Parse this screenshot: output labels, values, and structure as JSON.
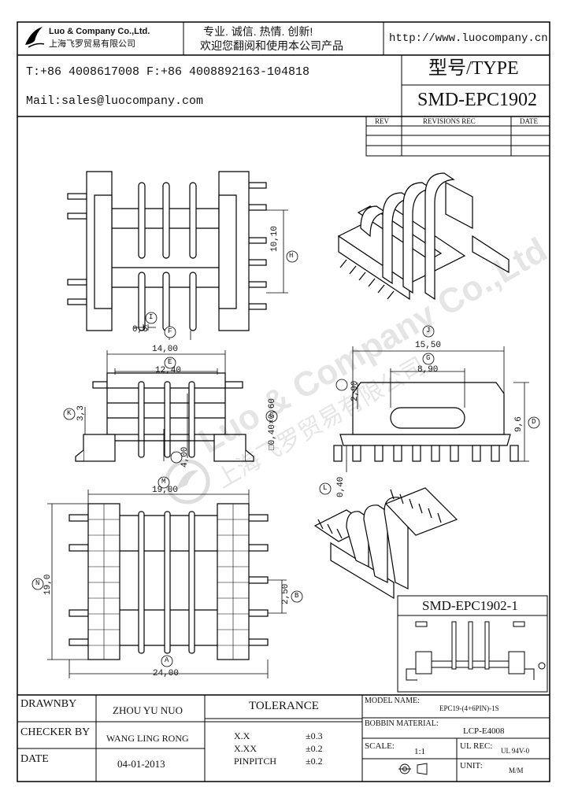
{
  "header": {
    "company_en": "Luo & Company Co.,Ltd.",
    "company_cn": "上海飞罗贸易有限公司",
    "slogan_line1": "专业. 诚信. 热情. 创新!",
    "slogan_line2": "欢迎您翻阅和使用本公司产品",
    "website": "http://www.luocompany.cn",
    "phone_fax": "T:+86 4008617008 F:+86 4008892163-104818",
    "email": "Mail:sales@luocompany.com",
    "type_label": "型号/TYPE",
    "type_value": "SMD-EPC1902"
  },
  "revisions": {
    "col_rev": "REV",
    "col_rec": "REVISIONS REC",
    "col_date": "DATE"
  },
  "dimensions": {
    "h_10_10": "10,10",
    "h_label": "H",
    "i_0_5": "0,5",
    "i_label": "I",
    "f_label": "F",
    "e_14_00": "14,00",
    "e_12_40": "12,40",
    "e_label": "E",
    "k_3_3": "3,3",
    "k_label": "K",
    "c_label": "C",
    "c_val": "□0,40×0,60",
    "h2_4_00": "4,00",
    "j_15_50": "15,50",
    "j_label": "J",
    "g_8_90": "8,90",
    "g_label": "G",
    "g2_2_90": "2,90",
    "d_9_6": "9,6",
    "d_label": "D",
    "l_0_40": "0,40",
    "l_label": "L",
    "m_19_00": "19,00",
    "m_label": "M",
    "n_19_0": "19,0",
    "n_label": "N",
    "b_2_50": "2,50",
    "b_label": "B",
    "a_24_00": "24,00",
    "a_label": "A"
  },
  "variant": {
    "title": "SMD-EPC1902-1"
  },
  "watermark": {
    "en": "Luo & Company Co.,Ltd",
    "cn": "上海飞罗贸易有限公司"
  },
  "title_block": {
    "drawnby_label": "DRAWNBY",
    "drawnby_value": "ZHOU YU NUO",
    "checker_label": "CHECKER BY",
    "checker_value": "WANG LING RONG",
    "date_label": "DATE",
    "date_value": "04-01-2013",
    "tolerance_label": "TOLERANCE",
    "tol1_key": "X.X",
    "tol1_val": "±0.3",
    "tol2_key": "X.XX",
    "tol2_val": "±0.2",
    "tol3_key": "PINPITCH",
    "tol3_val": "±0.2",
    "model_label": "MODEL NAME:",
    "model_value": "EPC19-(4+6PIN)-1S",
    "bobbin_label": "BOBBIN MATERIAL:",
    "bobbin_value": "LCP-E4008",
    "scale_label": "SCALE:",
    "scale_value": "1:1",
    "ul_label": "UL REC:",
    "ul_value": "UL 94V-0",
    "unit_label": "UNIT:",
    "unit_value": "M/M"
  }
}
